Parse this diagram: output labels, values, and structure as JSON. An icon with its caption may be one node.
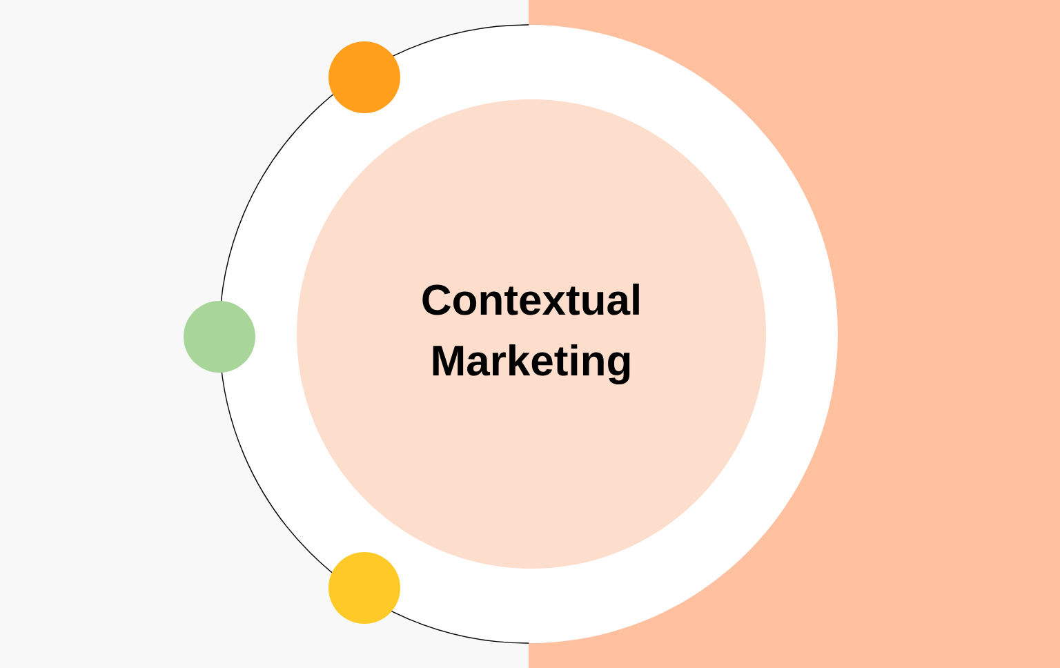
{
  "diagram": {
    "nodes": [
      {
        "text": [
          "Contextual Marketing"
        ]
      },
      {
        "text": [],
        "shape": "circle"
      },
      {
        "text": [],
        "shape": "circle"
      },
      {
        "text": [],
        "shape": "circle"
      }
    ]
  }
}
